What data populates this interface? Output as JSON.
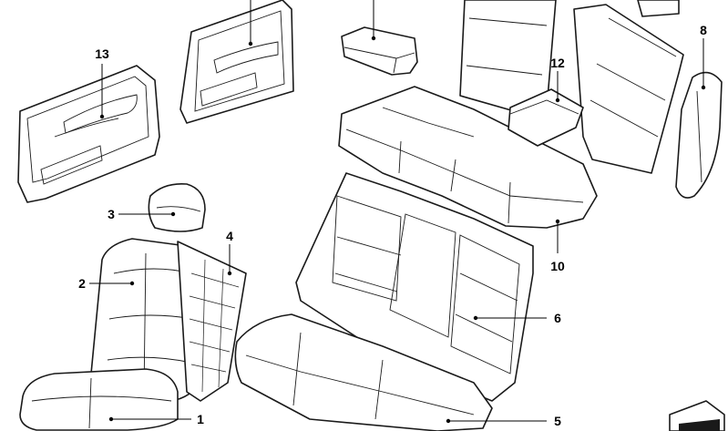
{
  "callouts": [
    {
      "id": "1",
      "label": "1"
    },
    {
      "id": "2",
      "label": "2"
    },
    {
      "id": "3",
      "label": "3"
    },
    {
      "id": "4",
      "label": "4"
    },
    {
      "id": "5",
      "label": "5"
    },
    {
      "id": "6",
      "label": "6"
    },
    {
      "id": "8",
      "label": "8"
    },
    {
      "id": "10",
      "label": "10"
    },
    {
      "id": "12",
      "label": "12"
    },
    {
      "id": "13",
      "label": "13"
    }
  ],
  "parts": [
    {
      "callout": "1",
      "name": "front seat cushion"
    },
    {
      "callout": "2",
      "name": "front seat backrest"
    },
    {
      "callout": "3",
      "name": "headrest"
    },
    {
      "callout": "4",
      "name": "backrest frame panel"
    },
    {
      "callout": "5",
      "name": "rear seat bench cushion"
    },
    {
      "callout": "6",
      "name": "rear seat backrest"
    },
    {
      "callout": "8",
      "name": "side bolster"
    },
    {
      "callout": "10",
      "name": "rear bench cushion (upper)"
    },
    {
      "callout": "12",
      "name": "armrest"
    },
    {
      "callout": "13",
      "name": "door trim panel"
    }
  ]
}
